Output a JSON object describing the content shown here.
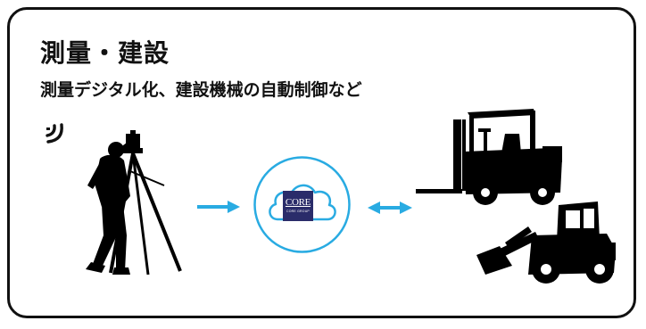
{
  "heading": {
    "title": "測量・建設",
    "subtitle": "測量デジタル化、建設機械の自動制御など"
  },
  "logo": {
    "word": "CORE",
    "sub": "CORE GROUP"
  },
  "icons": {
    "signal": "wireless-signal-icon",
    "surveyor": "surveyor-silhouette",
    "cloud": "cloud-icon",
    "forklift": "forklift-silhouette",
    "loader": "wheel-loader-silhouette",
    "arrow_right": "arrow-right-icon",
    "arrow_both": "arrow-left-right-icon"
  },
  "colors": {
    "accent": "#29abe2",
    "ink": "#111111",
    "logo_bg": "#2a2c6a"
  }
}
